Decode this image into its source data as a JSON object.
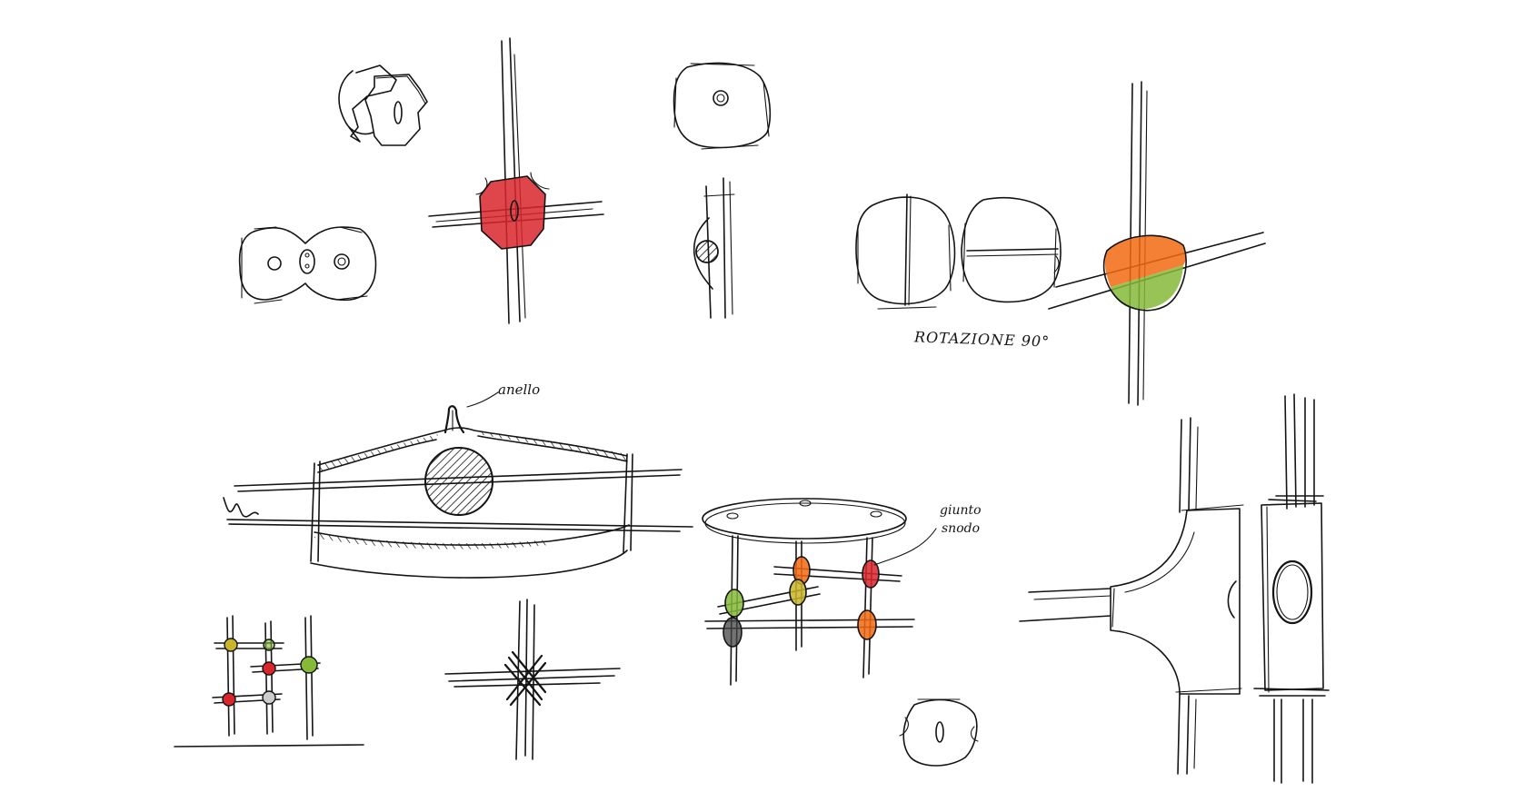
{
  "sheet": {
    "background": "#ffffff",
    "ink_color": "#141414",
    "accent_colors": {
      "red": "#d9262d",
      "orange": "#f26a12",
      "green": "#86b83a",
      "olive": "#c9b52a",
      "dark": "#444444"
    }
  },
  "annotations": {
    "rotation": "ROTAZIONE 90°",
    "joint_top": "anello",
    "joint_side_line1": "giunto",
    "joint_side_line2": "snodo"
  }
}
